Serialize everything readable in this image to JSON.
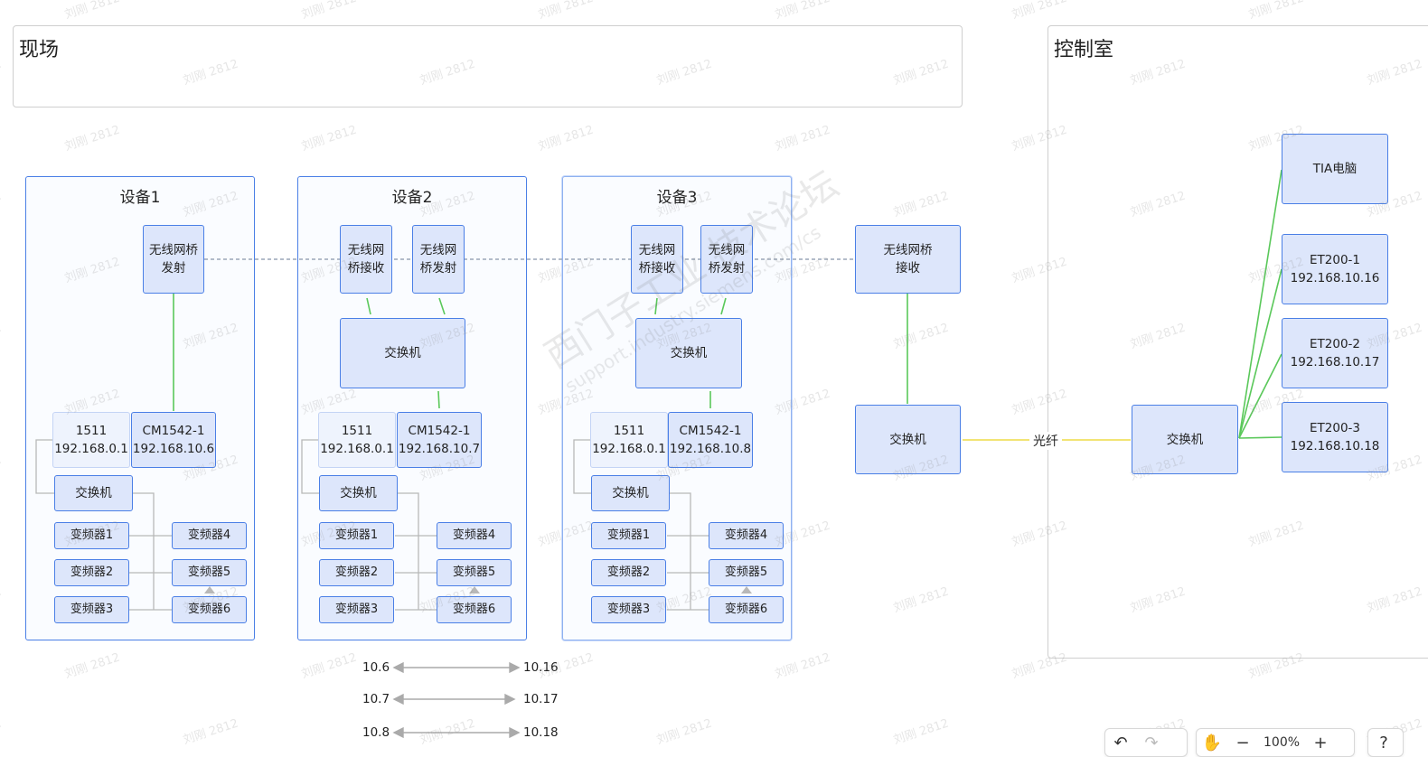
{
  "zones": {
    "field_title": "现场",
    "control_title": "控制室"
  },
  "devices": [
    {
      "title": "设备1",
      "bridges": [
        "无线网桥\n发射"
      ],
      "switch_top": "",
      "plc": "1511\n192.168.0.1",
      "cm": "CM1542-1\n192.168.10.6",
      "switch": "交换机",
      "vfds": [
        "变频器1",
        "变频器2",
        "变频器3",
        "变频器4",
        "变频器5",
        "变频器6"
      ]
    },
    {
      "title": "设备2",
      "bridges": [
        "无线网\n桥接收",
        "无线网\n桥发射"
      ],
      "switch_top": "交换机",
      "plc": "1511\n192.168.0.1",
      "cm": "CM1542-1\n192.168.10.7",
      "switch": "交换机",
      "vfds": [
        "变频器1",
        "变频器2",
        "变频器3",
        "变频器4",
        "变频器5",
        "变频器6"
      ]
    },
    {
      "title": "设备3",
      "bridges": [
        "无线网\n桥接收",
        "无线网\n桥发射"
      ],
      "switch_top": "交换机",
      "plc": "1511\n192.168.0.1",
      "cm": "CM1542-1\n192.168.10.8",
      "switch": "交换机",
      "vfds": [
        "变频器1",
        "变频器2",
        "变频器3",
        "变频器4",
        "变频器5",
        "变频器6"
      ]
    }
  ],
  "outer": {
    "bridge_rx": "无线网桥\n接收",
    "field_switch": "交换机",
    "fiber_label": "光纤",
    "control_switch": "交换机"
  },
  "control": {
    "tia": "TIA电脑",
    "et200": [
      "ET200-1\n192.168.10.16",
      "ET200-2\n192.168.10.17",
      "ET200-3\n192.168.10.18"
    ]
  },
  "mappings": [
    {
      "from": "10.6",
      "to": "10.16"
    },
    {
      "from": "10.7",
      "to": "10.17"
    },
    {
      "from": "10.8",
      "to": "10.18"
    }
  ],
  "toolbar": {
    "undo_icon": "↶",
    "redo_icon": "↷",
    "hand_icon": "✋",
    "zoom_out": "−",
    "zoom_level": "100%",
    "zoom_in": "+",
    "help_icon": "?"
  },
  "watermark": {
    "small": "刘刚 2812",
    "big": "西门子工业 技术论坛",
    "big_url": "support.industry.siemens.com/cs"
  },
  "colors": {
    "node_border": "#4a7fe6",
    "node_fill": "#dde6fb",
    "link_green": "#5ac85a",
    "fiber_yellow": "#f0e060",
    "wireless_dash": "#9aa6b8",
    "tree_gray": "#b8b8b8"
  }
}
